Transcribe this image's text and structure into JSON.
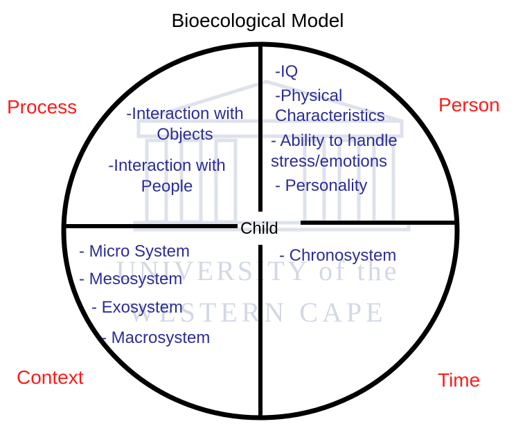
{
  "title": "Bioecological Model",
  "center": "Child",
  "colors": {
    "dimension": "#ff1a1a",
    "item": "#2d2d96",
    "line": "#000000",
    "watermark": "#b7bfd1"
  },
  "watermark": {
    "line1": "UNIVERSITY of the",
    "line2": "WESTERN CAPE"
  },
  "quadrants": {
    "process": {
      "label": "Process",
      "items": [
        "-Interaction with Objects",
        "-Interaction with People"
      ]
    },
    "person": {
      "label": "Person",
      "items": [
        "-IQ",
        "-Physical Characteristics",
        "- Ability to handle stress/emotions",
        "- Personality"
      ]
    },
    "context": {
      "label": "Context",
      "items": [
        "- Micro System",
        "- Mesosystem",
        "- Exosystem",
        "- Macrosystem"
      ]
    },
    "time": {
      "label": "Time",
      "items": [
        "- Chronosystem"
      ]
    }
  }
}
